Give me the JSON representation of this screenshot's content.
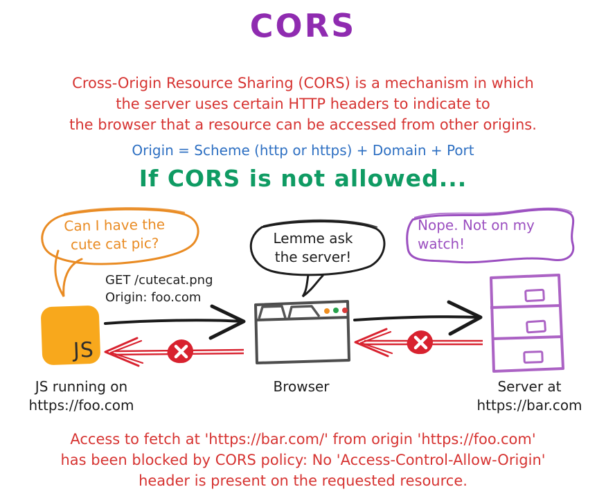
{
  "title": "CORS",
  "intro": {
    "lines": [
      "Cross-Origin Resource Sharing (CORS) is a mechanism in which",
      "the server uses certain HTTP headers to indicate to",
      "the browser that a resource can be accessed from other origins."
    ]
  },
  "origin_formula": "Origin = Scheme (http or https) + Domain + Port",
  "scenario_heading": "If CORS is not allowed...",
  "bubbles": {
    "js": {
      "lines": [
        "Can I have the",
        "cute cat pic?"
      ]
    },
    "browser": {
      "lines": [
        "Lemme ask",
        "the server!"
      ]
    },
    "server": {
      "lines": [
        "Nope. Not on my",
        "watch!"
      ]
    }
  },
  "request": {
    "lines": [
      "GET /cutecat.png",
      "Origin: foo.com"
    ]
  },
  "nodes": {
    "js": {
      "badge": "JS",
      "label_lines": [
        "JS running on",
        "https://foo.com"
      ]
    },
    "browser": {
      "label": "Browser"
    },
    "server": {
      "label_lines": [
        "Server at",
        "https://bar.com"
      ]
    }
  },
  "error": {
    "lines": [
      "Access to fetch at 'https://bar.com/' from origin 'https://foo.com'",
      "has been blocked by CORS policy: No 'Access-Control-Allow-Origin'",
      "header is present on the requested resource."
    ]
  },
  "colors": {
    "title_purple": "#8f2bb0",
    "text_red": "#d63331",
    "text_blue": "#2d6fc2",
    "text_green": "#0f9b63",
    "bubble_orange": "#e98b23",
    "bubble_purple": "#9b4fc0",
    "js_orange": "#f8a81c",
    "server_purple": "#ab62c4",
    "blocked_red": "#d8222f",
    "arrow_black": "#1a1a1a"
  }
}
